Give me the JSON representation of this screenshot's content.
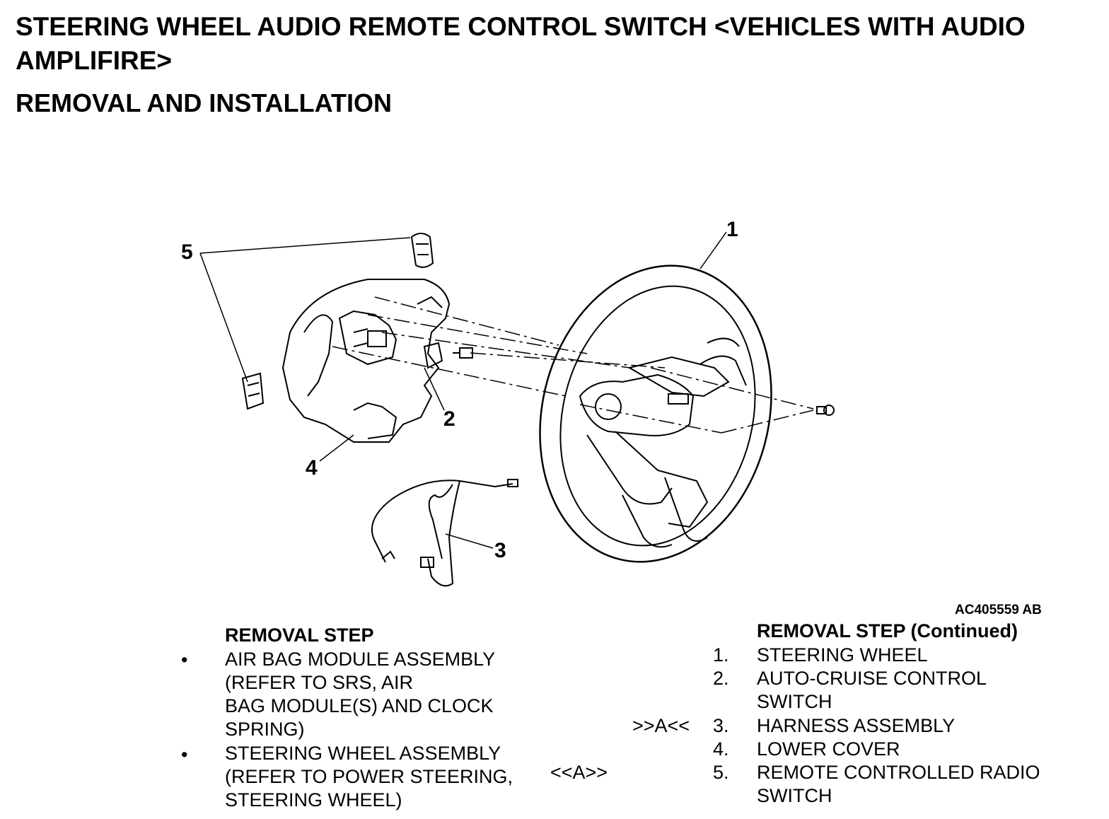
{
  "title": "STEERING WHEEL AUDIO REMOTE CONTROL SWITCH <VEHICLES WITH AUDIO AMPLIFIRE>",
  "subtitle": "REMOVAL AND INSTALLATION",
  "figure": {
    "code": "AC405559 AB",
    "callouts": [
      "1",
      "2",
      "3",
      "4",
      "5"
    ]
  },
  "left_column": {
    "heading": "REMOVAL STEP",
    "items": [
      {
        "bullet": "•",
        "lines": [
          "AIR BAG MODULE ASSEMBLY",
          "(REFER TO  SRS, AIR",
          "BAG MODULE(S) AND CLOCK",
          "SPRING)"
        ]
      },
      {
        "bullet": "•",
        "lines": [
          "STEERING WHEEL ASSEMBLY",
          "(REFER TO POWER STEERING,",
          "STEERING WHEEL)"
        ]
      }
    ]
  },
  "right_column": {
    "heading": "REMOVAL STEP (Continued)",
    "items": [
      {
        "mark": "",
        "num": "1.",
        "lines": [
          "STEERING WHEEL"
        ]
      },
      {
        "mark": "",
        "num": "2.",
        "lines": [
          "AUTO-CRUISE CONTROL",
          "SWITCH"
        ]
      },
      {
        "mark": ">>A<<",
        "num": "3.",
        "lines": [
          "HARNESS ASSEMBLY"
        ]
      },
      {
        "mark": "",
        "num": "4.",
        "lines": [
          "LOWER COVER"
        ]
      },
      {
        "mark": "<<A>>",
        "num": "5.",
        "lines": [
          "REMOTE CONTROLLED RADIO",
          "SWITCH"
        ]
      }
    ]
  }
}
